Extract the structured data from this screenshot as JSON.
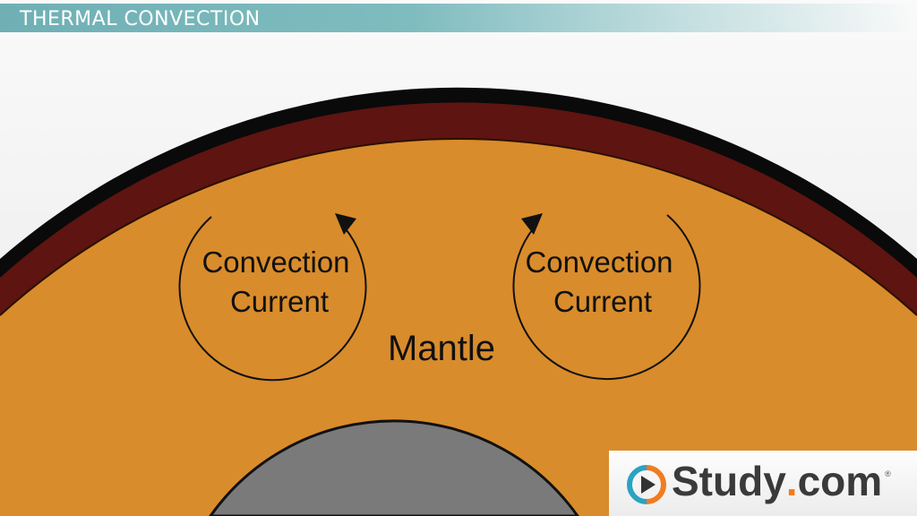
{
  "header": {
    "title": "THERMAL CONVECTION"
  },
  "diagram": {
    "labels": {
      "left_current_line1": "Convection",
      "left_current_line2": "Current",
      "right_current_line1": "Convection",
      "right_current_line2": "Current",
      "mantle": "Mantle"
    },
    "colors": {
      "outline": "#0a0a0a",
      "crust": "#5e1410",
      "mantle": "#d98c2b",
      "core": "#7a7a7a"
    }
  },
  "logo": {
    "name": "Study",
    "dot": ".",
    "suffix": "com",
    "registered": "®"
  }
}
